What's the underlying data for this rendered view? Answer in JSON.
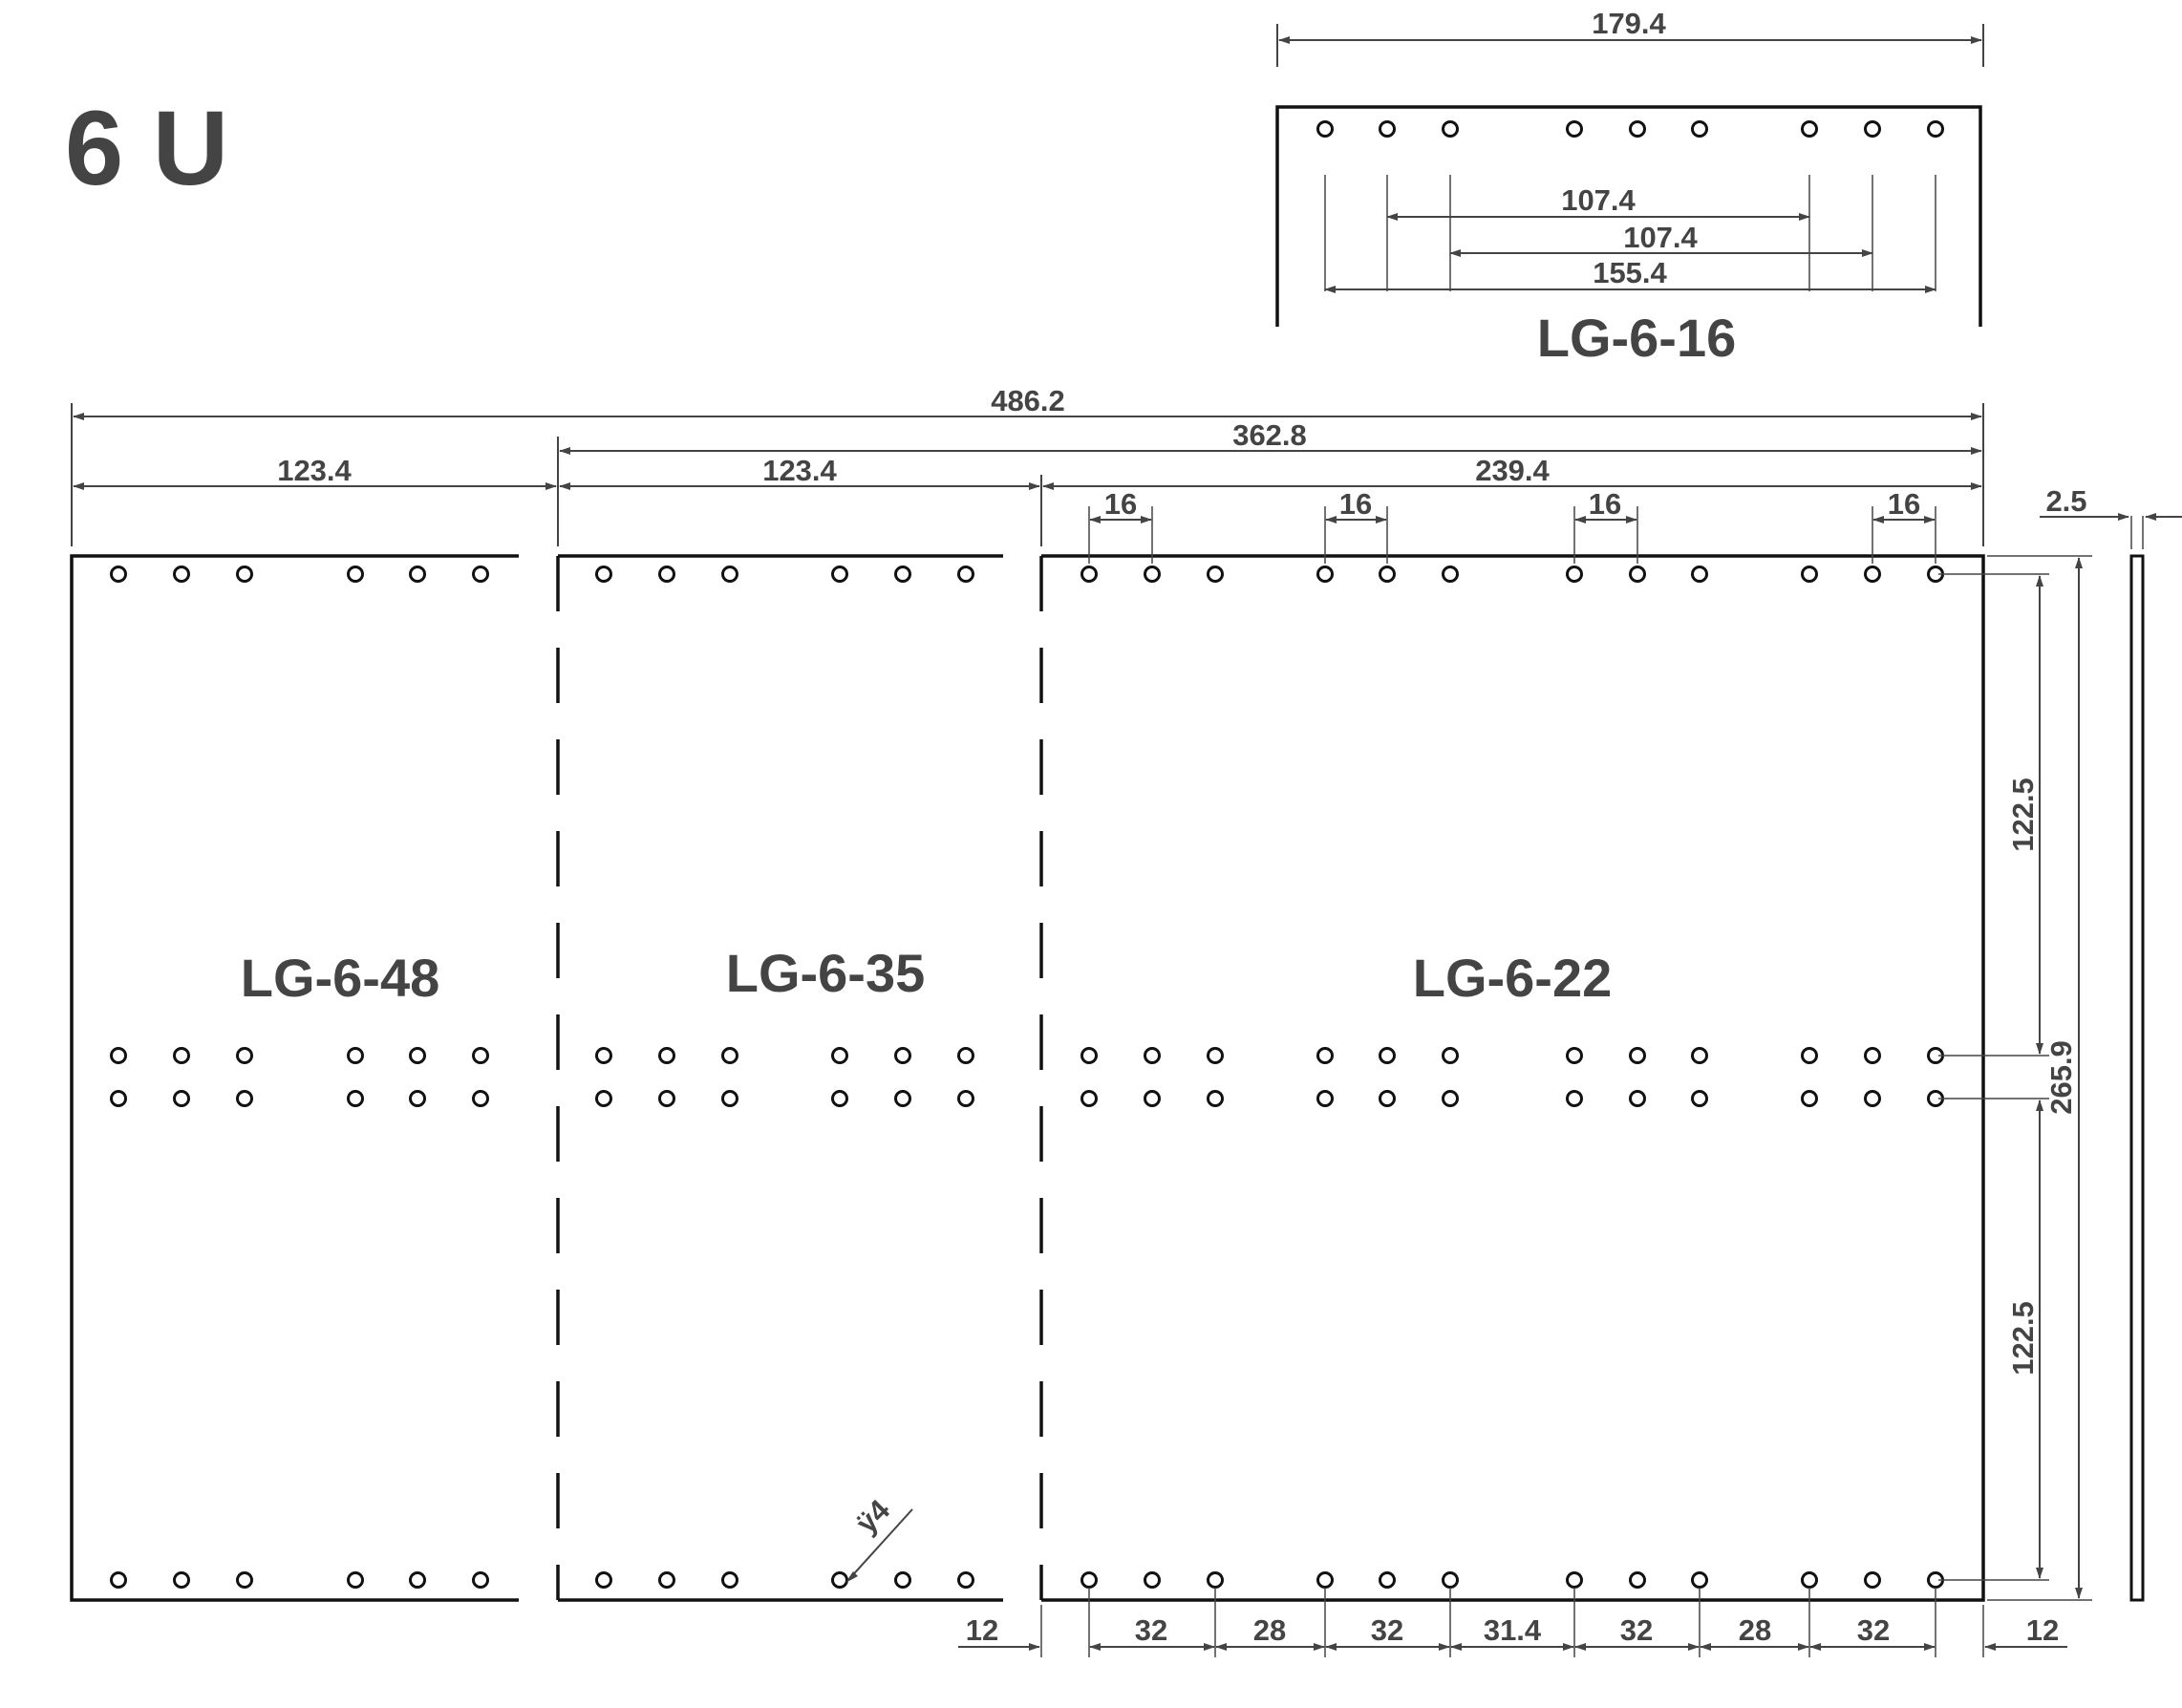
{
  "title": "6 U",
  "panels": [
    {
      "id": "LG-6-48",
      "label": "LG-6-48"
    },
    {
      "id": "LG-6-35",
      "label": "LG-6-35"
    },
    {
      "id": "LG-6-22",
      "label": "LG-6-22"
    },
    {
      "id": "LG-6-16",
      "label": "LG-6-16"
    }
  ],
  "dimensions": {
    "top_179_4": "179.4",
    "top_107_4_a": "107.4",
    "top_107_4_b": "107.4",
    "top_155_4": "155.4",
    "overall_486_2": "486.2",
    "dim_362_8": "362.8",
    "dim_123_4_a": "123.4",
    "dim_123_4_b": "123.4",
    "dim_239_4": "239.4",
    "pitch_16_a": "16",
    "pitch_16_b": "16",
    "pitch_16_c": "16",
    "pitch_16_d": "16",
    "thickness_2_5": "2.5",
    "vert_122_5_a": "122.5",
    "vert_122_5_b": "122.5",
    "vert_265_9": "265.9",
    "hole_dia": "ÿ4",
    "bottom_12_a": "12",
    "bottom_12_b": "12",
    "bottom_32_a": "32",
    "bottom_28_a": "28",
    "bottom_32_b": "32",
    "bottom_31_4": "31.4",
    "bottom_32_c": "32",
    "bottom_28_b": "28",
    "bottom_32_d": "32"
  },
  "colors": {
    "line": "#111111",
    "dim": "#444444",
    "text": "#444444"
  }
}
